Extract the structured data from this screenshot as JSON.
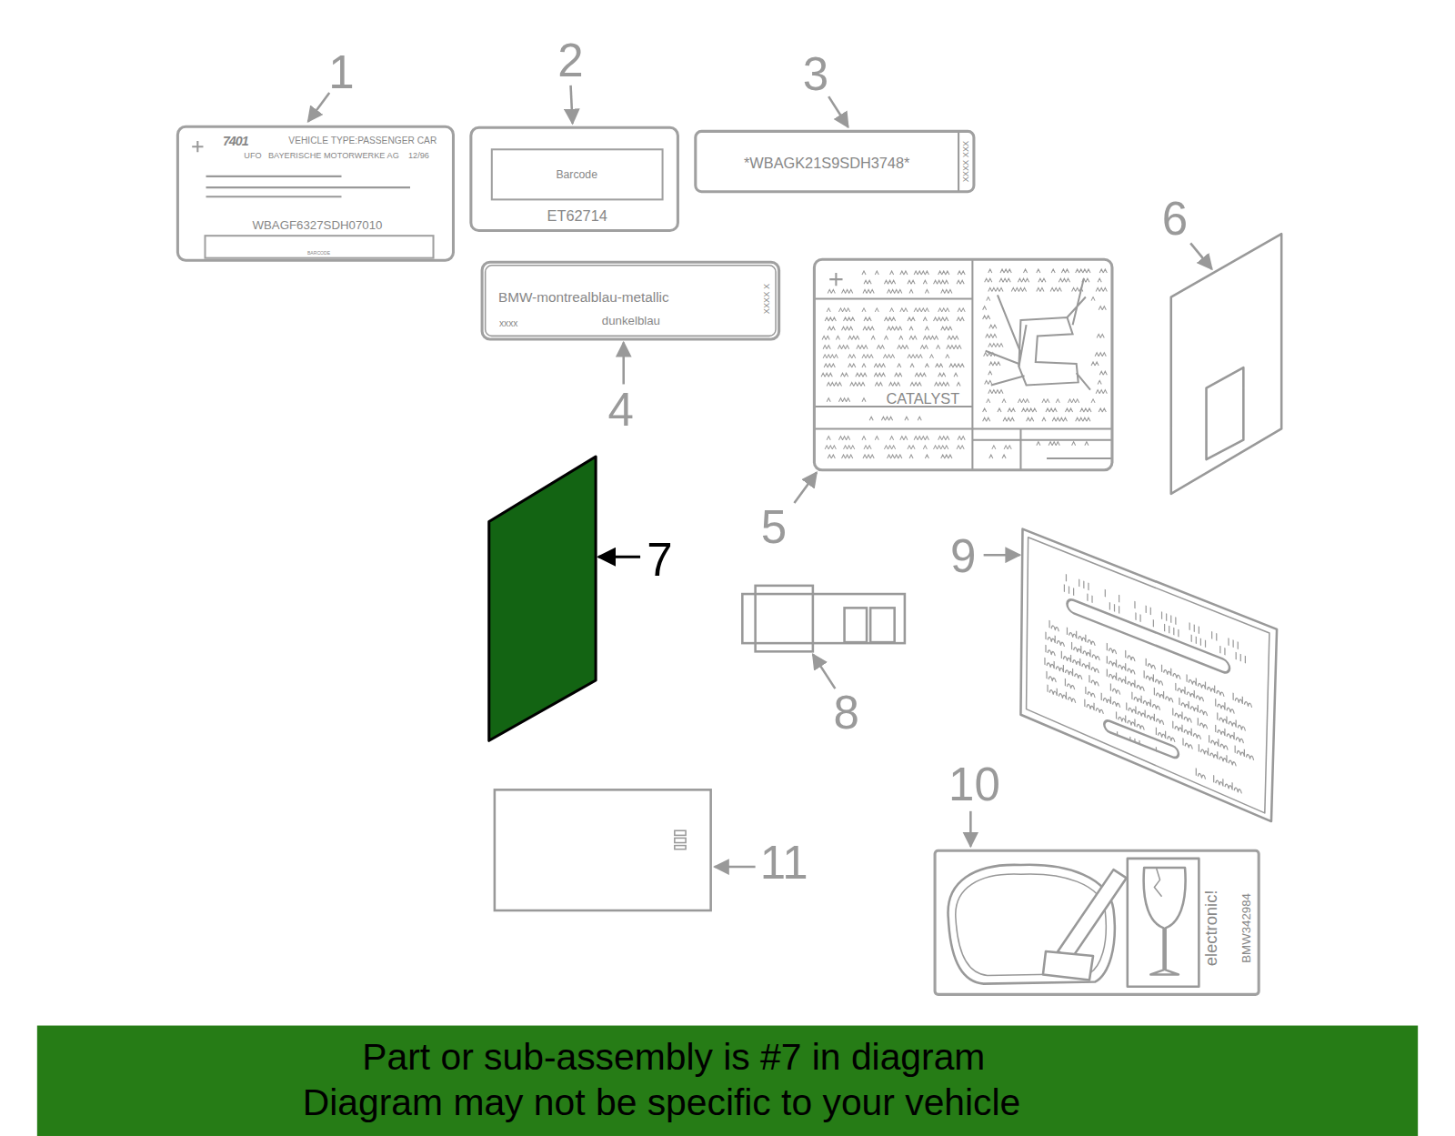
{
  "diagram": {
    "nodes": [
      {
        "text": [
          "7401",
          "VEHICLE TYPE:PASSENGER CAR",
          "UFO",
          "BAYERISCHE MOTORWERKE AG",
          "12/96",
          "WBAGF6327SDH07010"
        ]
      },
      {
        "text": [
          "BARCODE"
        ],
        "in": 0
      },
      {
        "text": [
          "ET62714"
        ]
      },
      {
        "text": [
          "Barcode"
        ],
        "in": 2
      },
      {
        "text": [
          "*WBAGK21S9SDH3748*",
          "XXXX XXX"
        ]
      },
      {
        "text": [
          "BMW-montrealblau-metallic",
          "xxxx",
          "dunkelblau",
          "XXXX X"
        ]
      },
      {
        "text": [
          "CATALYST"
        ]
      },
      {
        "text": [
          "electronic!",
          "BMW342984"
        ]
      },
      {
        "text": [
          "Part or sub-assembly is #7 in diagram",
          "Diagram may not be specific to your vehicle"
        ]
      }
    ],
    "labels": [
      "1",
      "2",
      "3",
      "4",
      "5",
      "6",
      "7",
      "8",
      "9",
      "10",
      "11"
    ]
  }
}
